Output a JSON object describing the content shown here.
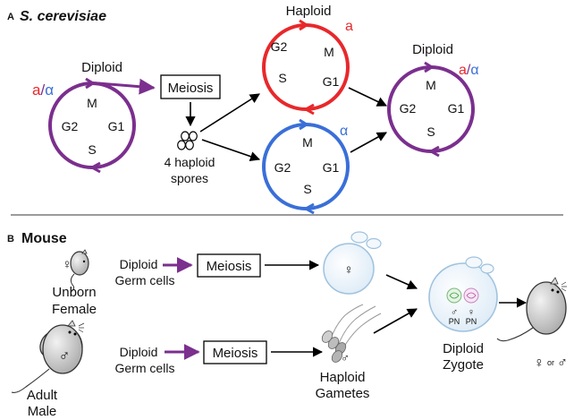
{
  "panel_a": {
    "letter": "A",
    "title": "S. cerevisiae",
    "diploid_label": "Diploid",
    "mating_type_a": "a",
    "slash": "/",
    "mating_type_alpha": "α",
    "phases": {
      "m": "M",
      "g1": "G1",
      "g2": "G2",
      "s": "S"
    },
    "meiosis_label": "Meiosis",
    "spores_line1": "4 haploid",
    "spores_line2": "spores",
    "haploid_label": "Haploid",
    "diploid_out_label": "Diploid",
    "colors": {
      "diploid": "#7b2f8e",
      "haploid_a": "#e8282b",
      "haploid_alpha": "#3a6fd8",
      "arrow": "#000000"
    }
  },
  "panel_b": {
    "letter": "B",
    "title": "Mouse",
    "female_symbol": "♀",
    "male_symbol": "♂",
    "unborn_line1": "Unborn",
    "unborn_line2": "Female",
    "adult_line1": "Adult",
    "adult_line2": "Male",
    "germ_line1": "Diploid",
    "germ_line2": "Germ cells",
    "meiosis_label": "Meiosis",
    "gametes_line1": "Haploid",
    "gametes_line2": "Gametes",
    "zygote_line1": "Diploid",
    "zygote_line2": "Zygote",
    "pn_label": "PN",
    "offspring_or": "or",
    "colors": {
      "arrow_purple": "#7b2f8e",
      "cell_outline": "#9fc2de",
      "cell_fill": "#eaf3fa",
      "mouse_fill": "#c9c9c9",
      "mouse_stroke": "#333333"
    }
  }
}
